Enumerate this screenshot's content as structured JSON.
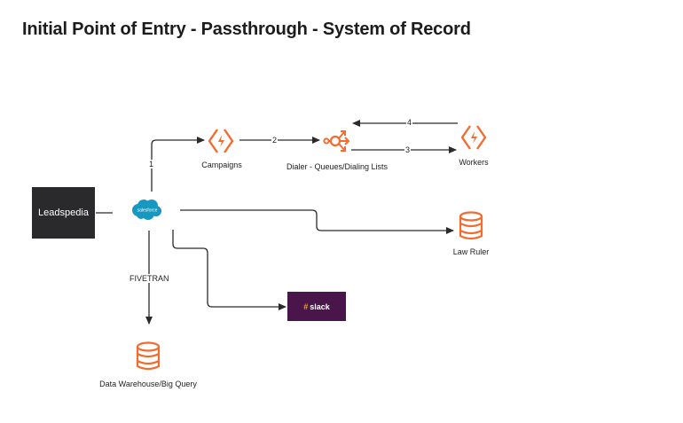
{
  "title": "Initial Point of Entry - Passthrough - System of Record",
  "colors": {
    "accent_orange": "#f26b2f",
    "salesforce_blue": "#1798c1",
    "slack_purple": "#4a154b",
    "leadspedia_bg": "#2a2a2c",
    "edge": "#2b2b2b"
  },
  "nodes": {
    "leadspedia": {
      "label": "Leadspedia"
    },
    "salesforce": {
      "label": "salesforce",
      "icon": "salesforce-cloud-icon"
    },
    "campaigns": {
      "label": "Campaigns",
      "icon": "lightning-chevron-icon"
    },
    "dialer": {
      "label": "Dialer - Queues/Dialing Lists",
      "icon": "share-fork-icon"
    },
    "workers": {
      "label": "Workers",
      "icon": "lightning-chevron-icon"
    },
    "law_ruler": {
      "label": "Law Ruler",
      "icon": "database-icon"
    },
    "slack": {
      "label": "slack",
      "icon": "slack-hash-icon"
    },
    "data_warehouse": {
      "label": "Data Warehouse/Big Query",
      "icon": "database-icon"
    }
  },
  "edges": {
    "sf_to_campaigns": {
      "label": "1"
    },
    "campaigns_to_dialer": {
      "label": "2"
    },
    "dialer_to_workers": {
      "label": "3"
    },
    "workers_to_dialer": {
      "label": "4"
    },
    "sf_to_warehouse": {
      "label": "FIVETRAN"
    }
  }
}
